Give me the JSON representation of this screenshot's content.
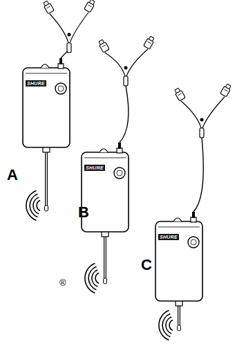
{
  "diagram": {
    "labels": [
      "SHURE",
      "A",
      "SHURE",
      "B",
      "SHURE",
      "C",
      "®"
    ]
  }
}
